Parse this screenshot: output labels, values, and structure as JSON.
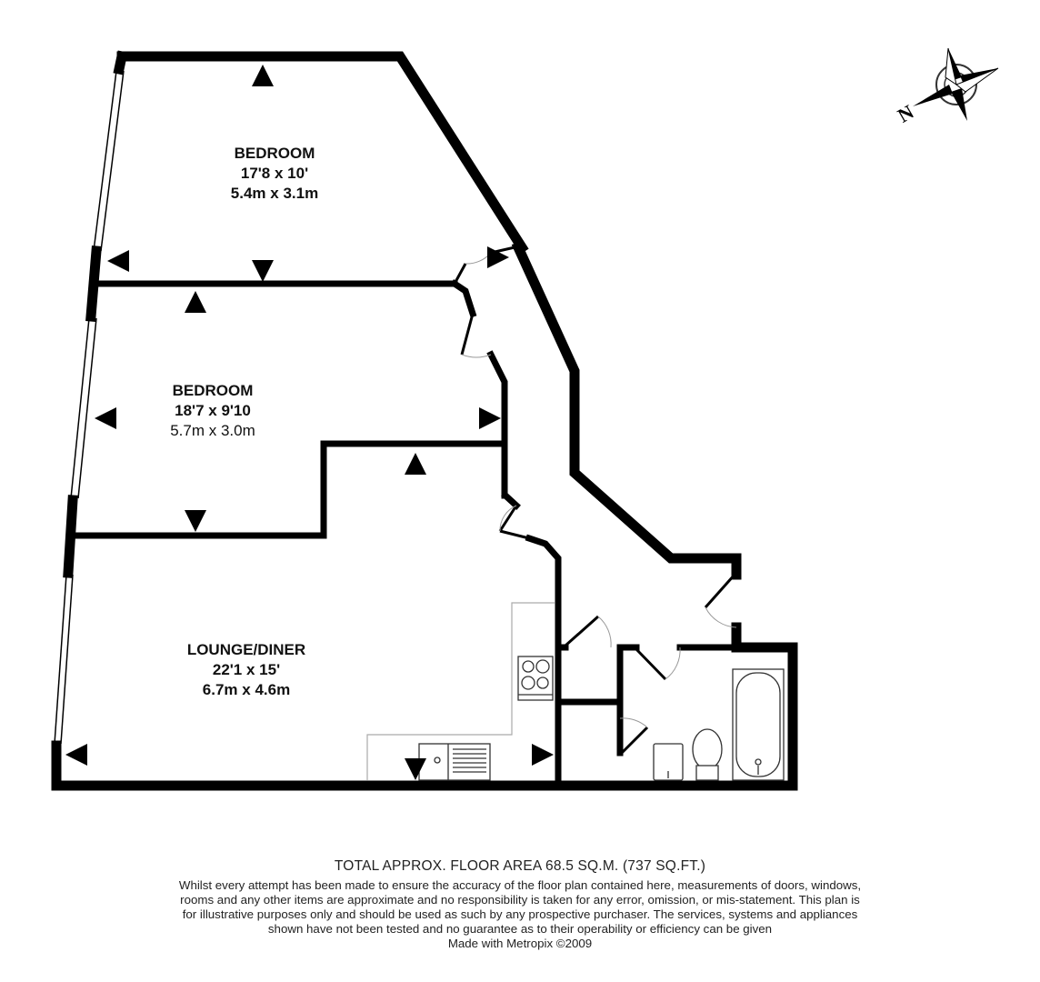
{
  "rooms": [
    {
      "name": "BEDROOM",
      "imperial": "17'8 x 10'",
      "metric": "5.4m x 3.1m"
    },
    {
      "name": "BEDROOM",
      "imperial": "18'7 x 9'10",
      "metric": "5.7m x 3.0m"
    },
    {
      "name": "LOUNGE/DINER",
      "imperial": "22'1 x 15'",
      "metric": "6.7m x 4.6m"
    }
  ],
  "footer": {
    "total_area": "TOTAL APPROX. FLOOR AREA 68.5 SQ.M. (737 SQ.FT.)",
    "disclaimer": "Whilst every attempt has been made to ensure the accuracy of the floor plan contained here, measurements of doors, windows, rooms and any other items are approximate and no responsibility is taken for any error, omission, or mis-statement. This plan is for illustrative purposes only and should be used as such by any prospective purchaser. The services, systems and appliances shown have not been tested and no guarantee as to their operability or efficiency can be given",
    "made_with": "Made with Metropix ©2009"
  },
  "compass": {
    "label": "N",
    "icon": "compass-rose-icon"
  },
  "colors": {
    "wall": "#000000",
    "fixture": "#555555",
    "background": "#ffffff"
  }
}
